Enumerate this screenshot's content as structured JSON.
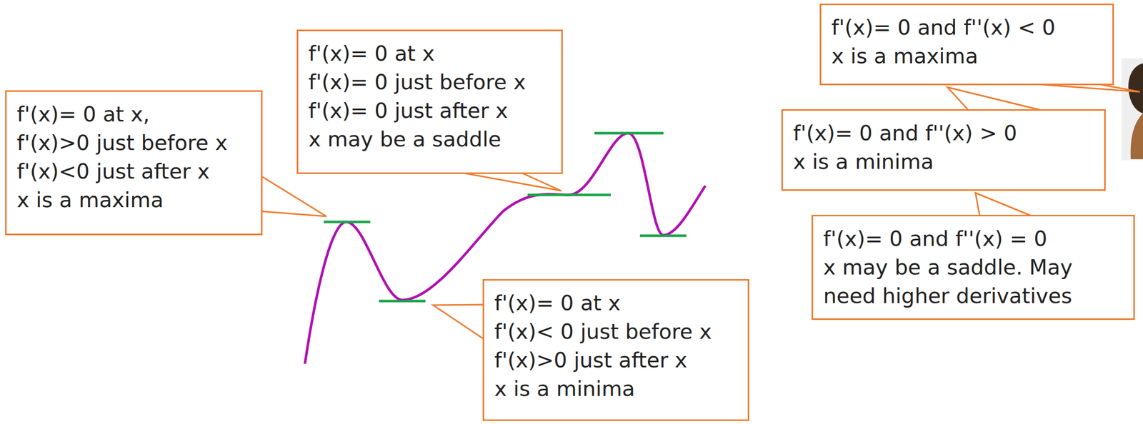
{
  "diagram": {
    "nodes": [
      {
        "text": [
          "f'(x)= 0 at x,",
          "f'(x)>0 just before x",
          "f'(x)<0 just after x",
          "x is a maxima"
        ]
      },
      {
        "text": [
          "f'(x)= 0 at x",
          "f'(x)= 0 just before x",
          "f'(x)= 0 just after x",
          "x may be a saddle"
        ]
      },
      {
        "text": [
          "f'(x)= 0 at x",
          "f'(x)< 0 just before x",
          "f'(x)>0 just after x",
          "x is a minima"
        ]
      },
      {
        "text": [
          "f'(x)= 0 and f''(x) < 0",
          "x is a maxima"
        ]
      },
      {
        "text": [
          "f'(x)= 0 and f''(x) > 0",
          "x is a minima"
        ]
      },
      {
        "text": [
          "f'(x)= 0 and f''(x) = 0",
          "x may be a saddle. May need higher derivatives"
        ]
      }
    ]
  }
}
